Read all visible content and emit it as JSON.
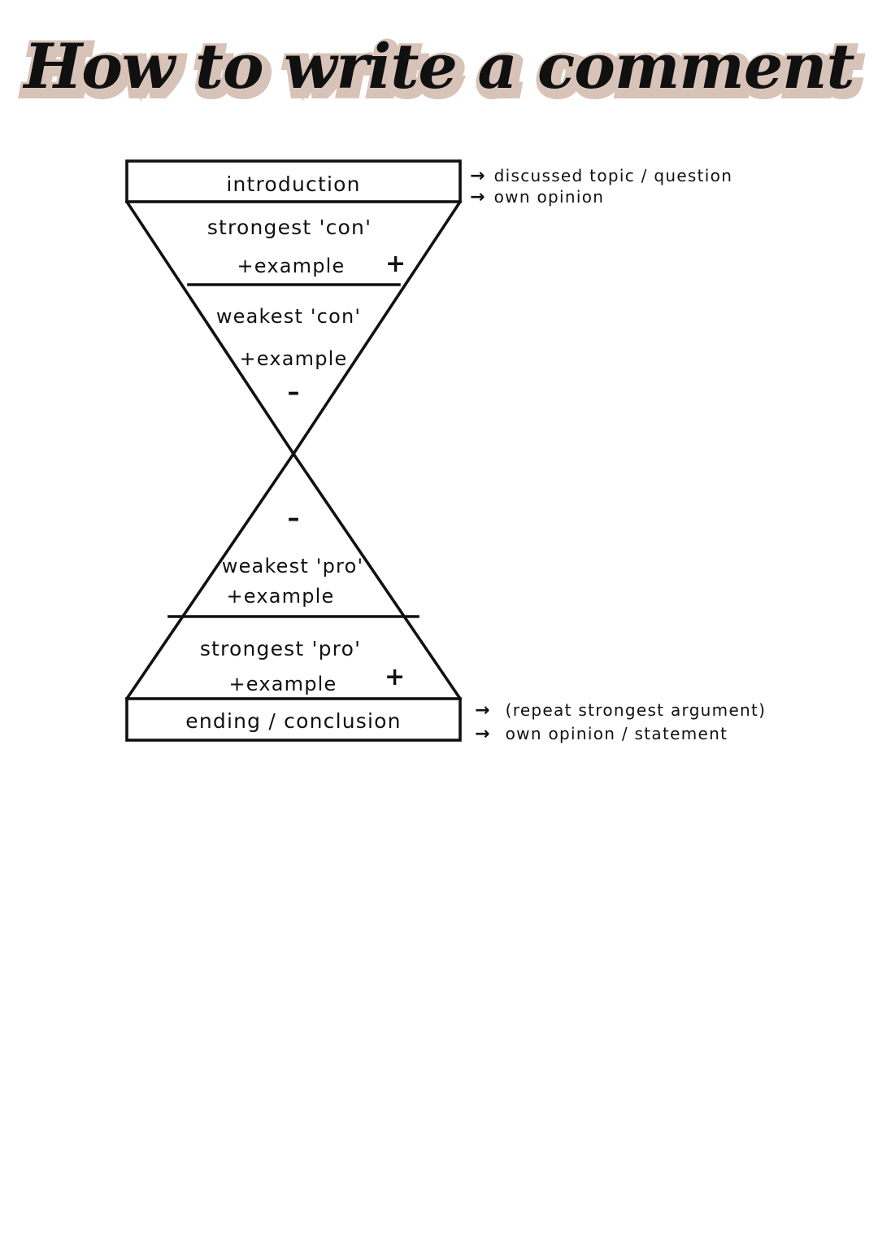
{
  "page": {
    "title": "How to write a comment",
    "background_color": "#ffffff",
    "ink_color": "#111111",
    "title_shadow_color": "#d8c3b8"
  },
  "diagram": {
    "type": "hourglass-structure",
    "sections": [
      {
        "id": "introduction",
        "label": "introduction",
        "shape": "rectangle"
      },
      {
        "id": "strongest-con",
        "label": "strongest  'con'",
        "sub_label": "+example",
        "sign": "+",
        "shape": "trapezoid"
      },
      {
        "id": "weakest-con",
        "label": "weakest 'con'",
        "sub_label": "+example",
        "sign": "–",
        "shape": "triangle-upper"
      },
      {
        "id": "weakest-pro",
        "label": "weakest 'pro'",
        "sub_label": "+example",
        "sign": "–",
        "shape": "triangle-lower"
      },
      {
        "id": "strongest-pro",
        "label": "strongest  'pro'",
        "sub_label": "+example",
        "sign": "+",
        "shape": "trapezoid"
      },
      {
        "id": "ending-conclusion",
        "label": "ending / conclusion",
        "shape": "rectangle"
      }
    ],
    "annotations": {
      "top": {
        "arrow": "→",
        "lines": [
          "discussed  topic / question",
          "own  opinion"
        ]
      },
      "bottom": {
        "arrow": "→",
        "lines": [
          "(repeat  strongest  argument)",
          "own  opinion / statement"
        ]
      }
    }
  }
}
